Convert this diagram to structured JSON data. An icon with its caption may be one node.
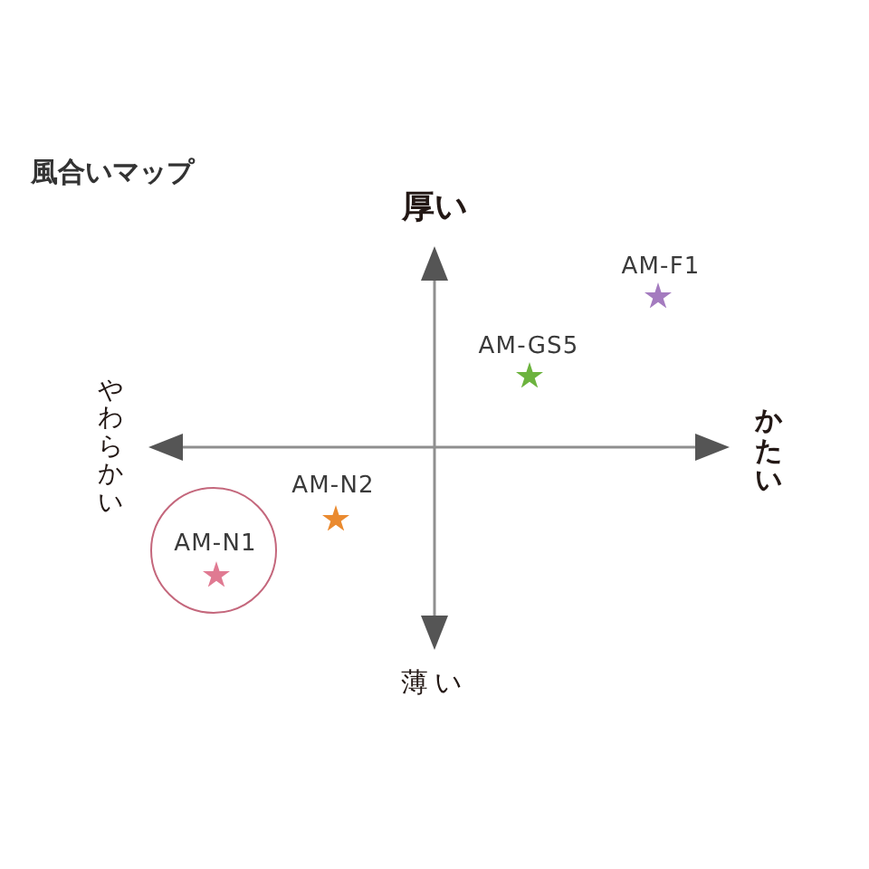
{
  "diagram": {
    "title": "風合いマップ",
    "nodes": [
      {
        "text": [
          "AM-N1"
        ]
      }
    ],
    "labels": [
      "厚い",
      "AM-F1",
      "AM-GS5",
      "やわらかい",
      "かたい",
      "AM-N2",
      "薄い"
    ]
  }
}
